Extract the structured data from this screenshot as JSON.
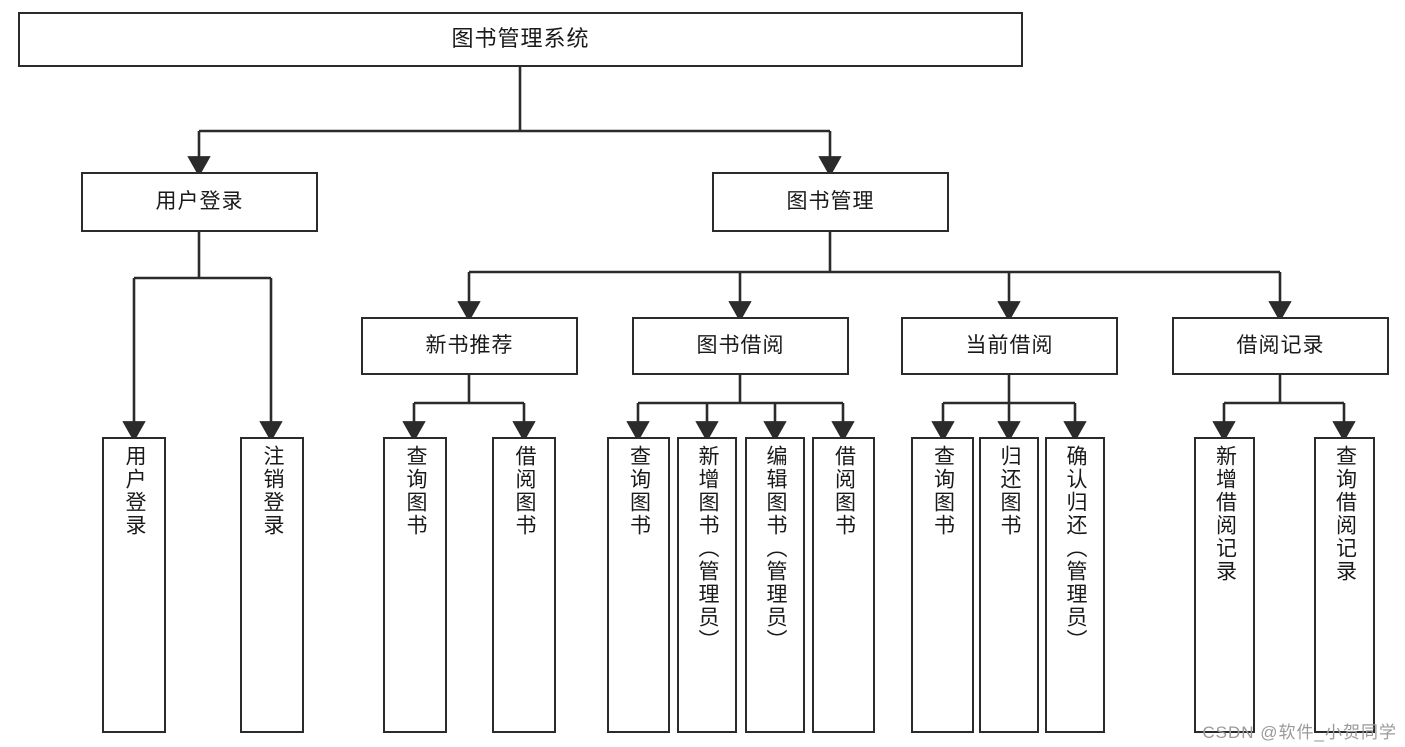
{
  "diagram": {
    "title": "图书管理系统",
    "watermark": "CSDN @软件_小贺同学",
    "colors": {
      "stroke": "#2b2b2b",
      "fill": "#ffffff",
      "text": "#1a1a1a",
      "watermark": "#9a9a9a"
    },
    "levels": {
      "root": {
        "label": "图书管理系统"
      },
      "level2": [
        {
          "label": "用户登录"
        },
        {
          "label": "图书管理"
        }
      ],
      "level3": [
        {
          "label": "新书推荐"
        },
        {
          "label": "图书借阅"
        },
        {
          "label": "当前借阅"
        },
        {
          "label": "借阅记录"
        }
      ],
      "leaves": {
        "user_login": [
          {
            "label": "用户登录"
          },
          {
            "label": "注销登录"
          }
        ],
        "new_book": [
          {
            "label": "查询图书"
          },
          {
            "label": "借阅图书"
          }
        ],
        "book_borrow": [
          {
            "label": "查询图书"
          },
          {
            "label": "新增图书（管理员）"
          },
          {
            "label": "编辑图书（管理员）"
          },
          {
            "label": "借阅图书"
          }
        ],
        "current_borrow": [
          {
            "label": "查询图书"
          },
          {
            "label": "归还图书"
          },
          {
            "label": "确认归还（管理员）"
          }
        ],
        "borrow_record": [
          {
            "label": "新增借阅记录"
          },
          {
            "label": "查询借阅记录"
          }
        ]
      }
    }
  }
}
